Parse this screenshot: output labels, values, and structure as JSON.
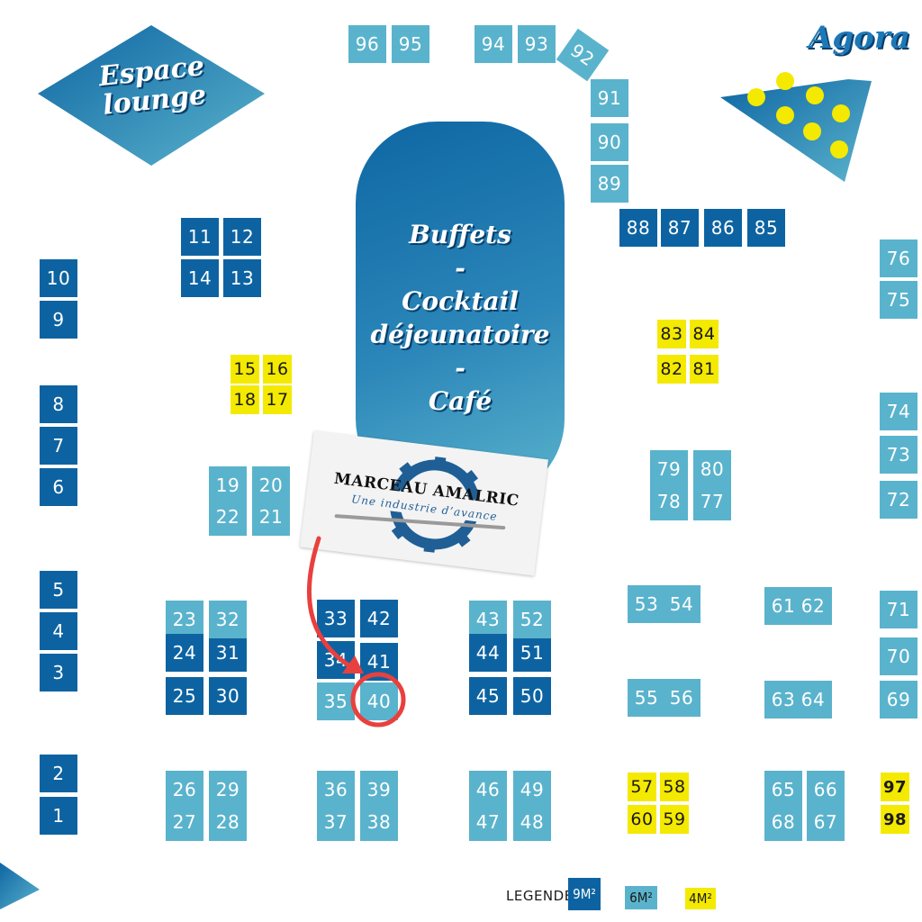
{
  "zones": {
    "lounge": "Espace\nlounge",
    "agora": "Agora",
    "buffet_lines": [
      "Buffets",
      "-",
      "Cocktail",
      "déjeunatoire",
      "-",
      "Café"
    ]
  },
  "exhibitor": {
    "name": "MARCEAU AMALRIC",
    "tagline": "Une industrie d’avance",
    "highlighted_stand": "40"
  },
  "legend": {
    "title": "LEGENDE",
    "items": [
      {
        "label": "9M²",
        "color": "#0d63a1"
      },
      {
        "label": "6M²",
        "color": "#5ab3cc"
      },
      {
        "label": "4M²",
        "color": "#f4e900"
      }
    ]
  },
  "stands": [
    {
      "n": "1",
      "t": "s9"
    },
    {
      "n": "2",
      "t": "s9"
    },
    {
      "n": "3",
      "t": "s9"
    },
    {
      "n": "4",
      "t": "s9"
    },
    {
      "n": "5",
      "t": "s9"
    },
    {
      "n": "6",
      "t": "s9"
    },
    {
      "n": "7",
      "t": "s9"
    },
    {
      "n": "8",
      "t": "s9"
    },
    {
      "n": "9",
      "t": "s9"
    },
    {
      "n": "10",
      "t": "s9"
    },
    {
      "n": "11",
      "t": "s9"
    },
    {
      "n": "12",
      "t": "s9"
    },
    {
      "n": "13",
      "t": "s9"
    },
    {
      "n": "14",
      "t": "s9"
    },
    {
      "n": "15",
      "t": "s4"
    },
    {
      "n": "16",
      "t": "s4"
    },
    {
      "n": "17",
      "t": "s4"
    },
    {
      "n": "18",
      "t": "s4"
    },
    {
      "n": "19",
      "t": "s6"
    },
    {
      "n": "20",
      "t": "s6"
    },
    {
      "n": "21",
      "t": "s6"
    },
    {
      "n": "22",
      "t": "s6"
    },
    {
      "n": "23",
      "t": "s6"
    },
    {
      "n": "24",
      "t": "s9"
    },
    {
      "n": "25",
      "t": "s9"
    },
    {
      "n": "26",
      "t": "s6"
    },
    {
      "n": "27",
      "t": "s6"
    },
    {
      "n": "28",
      "t": "s6"
    },
    {
      "n": "29",
      "t": "s6"
    },
    {
      "n": "30",
      "t": "s9"
    },
    {
      "n": "31",
      "t": "s9"
    },
    {
      "n": "32",
      "t": "s6"
    },
    {
      "n": "33",
      "t": "s9"
    },
    {
      "n": "34",
      "t": "s9"
    },
    {
      "n": "35",
      "t": "s6"
    },
    {
      "n": "36",
      "t": "s6"
    },
    {
      "n": "37",
      "t": "s6"
    },
    {
      "n": "38",
      "t": "s6"
    },
    {
      "n": "39",
      "t": "s6"
    },
    {
      "n": "40",
      "t": "s6"
    },
    {
      "n": "41",
      "t": "s9"
    },
    {
      "n": "42",
      "t": "s9"
    },
    {
      "n": "43",
      "t": "s6"
    },
    {
      "n": "44",
      "t": "s9"
    },
    {
      "n": "45",
      "t": "s9"
    },
    {
      "n": "46",
      "t": "s6"
    },
    {
      "n": "47",
      "t": "s6"
    },
    {
      "n": "48",
      "t": "s6"
    },
    {
      "n": "49",
      "t": "s6"
    },
    {
      "n": "50",
      "t": "s9"
    },
    {
      "n": "51",
      "t": "s9"
    },
    {
      "n": "52",
      "t": "s6"
    },
    {
      "n": "53",
      "t": "s6"
    },
    {
      "n": "54",
      "t": "s6"
    },
    {
      "n": "55",
      "t": "s6"
    },
    {
      "n": "56",
      "t": "s6"
    },
    {
      "n": "57",
      "t": "s4"
    },
    {
      "n": "58",
      "t": "s4"
    },
    {
      "n": "59",
      "t": "s4"
    },
    {
      "n": "60",
      "t": "s4"
    },
    {
      "n": "61",
      "t": "s6"
    },
    {
      "n": "62",
      "t": "s6"
    },
    {
      "n": "63",
      "t": "s6"
    },
    {
      "n": "64",
      "t": "s6"
    },
    {
      "n": "65",
      "t": "s6"
    },
    {
      "n": "66",
      "t": "s6"
    },
    {
      "n": "67",
      "t": "s6"
    },
    {
      "n": "68",
      "t": "s6"
    },
    {
      "n": "69",
      "t": "s6"
    },
    {
      "n": "70",
      "t": "s6"
    },
    {
      "n": "71",
      "t": "s6"
    },
    {
      "n": "72",
      "t": "s6"
    },
    {
      "n": "73",
      "t": "s6"
    },
    {
      "n": "74",
      "t": "s6"
    },
    {
      "n": "75",
      "t": "s6"
    },
    {
      "n": "76",
      "t": "s6"
    },
    {
      "n": "77",
      "t": "s6"
    },
    {
      "n": "78",
      "t": "s6"
    },
    {
      "n": "79",
      "t": "s6"
    },
    {
      "n": "80",
      "t": "s6"
    },
    {
      "n": "81",
      "t": "s4"
    },
    {
      "n": "82",
      "t": "s4"
    },
    {
      "n": "83",
      "t": "s4"
    },
    {
      "n": "84",
      "t": "s4"
    },
    {
      "n": "85",
      "t": "s9"
    },
    {
      "n": "86",
      "t": "s9"
    },
    {
      "n": "87",
      "t": "s9"
    },
    {
      "n": "88",
      "t": "s9"
    },
    {
      "n": "89",
      "t": "s6"
    },
    {
      "n": "90",
      "t": "s6"
    },
    {
      "n": "91",
      "t": "s6"
    },
    {
      "n": "92",
      "t": "s6"
    },
    {
      "n": "93",
      "t": "s6"
    },
    {
      "n": "94",
      "t": "s6"
    },
    {
      "n": "95",
      "t": "s6"
    },
    {
      "n": "96",
      "t": "s6"
    },
    {
      "n": "97",
      "t": "s4"
    },
    {
      "n": "98",
      "t": "s4"
    }
  ]
}
